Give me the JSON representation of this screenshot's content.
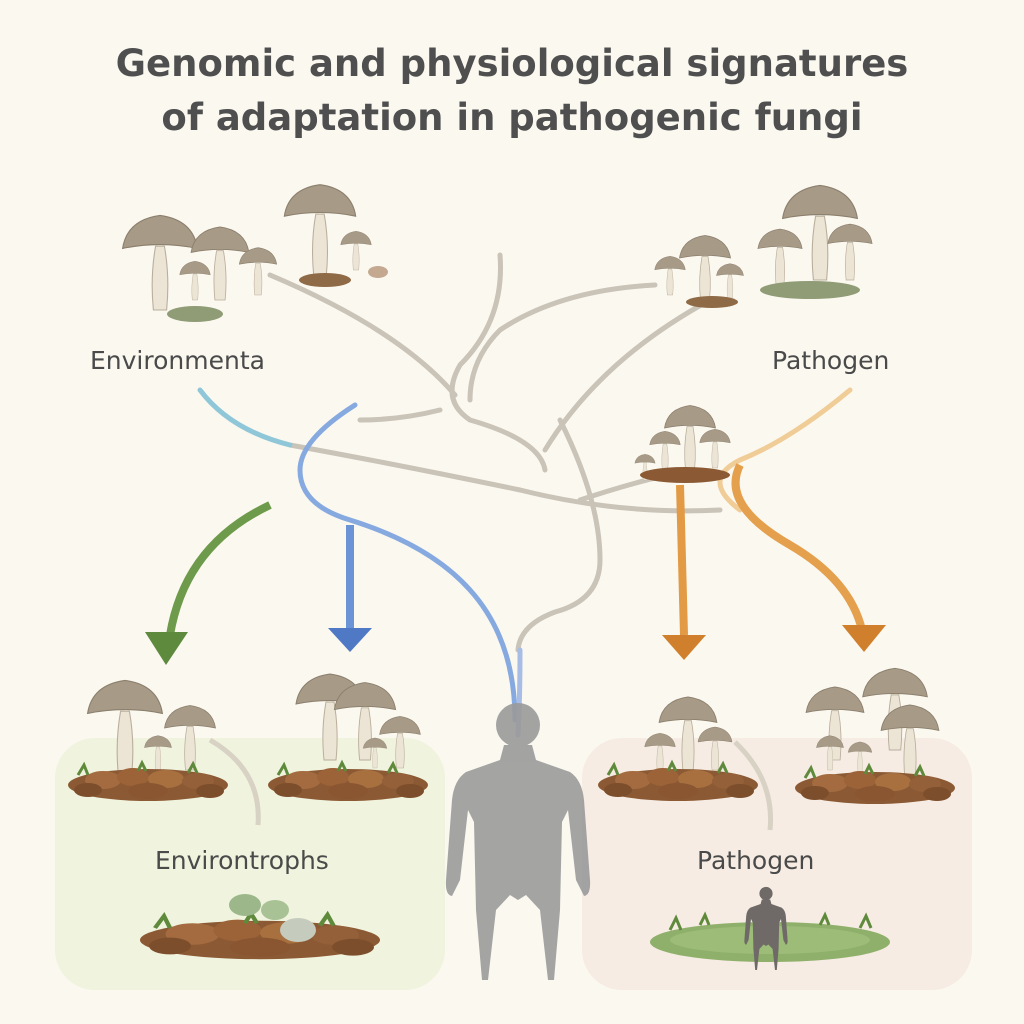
{
  "title": {
    "line1": "Genomic and physiological signatures",
    "line2": "of adaptation in pathogenic fungi"
  },
  "labels": {
    "environmental": "Environmenta",
    "pathogen_top": "Pathogen",
    "environtrophs": "Environtrophs",
    "pathogen_bottom": "Pathogen"
  },
  "colors": {
    "background": "#fbf8f0",
    "branch_grey": "#c9c3b8",
    "branch_blue": "#8fc7d8",
    "arrow_green": "#5e8a3e",
    "arrow_blue": "#4f79c4",
    "arrow_orange": "#d0802c",
    "panel_green": "#eef2dc",
    "panel_peach": "#f6ebe2",
    "human_grey": "#9a9a9a"
  },
  "icons": [
    "mushroom-cluster",
    "human-silhouette",
    "soil-mound",
    "arrow-down"
  ]
}
